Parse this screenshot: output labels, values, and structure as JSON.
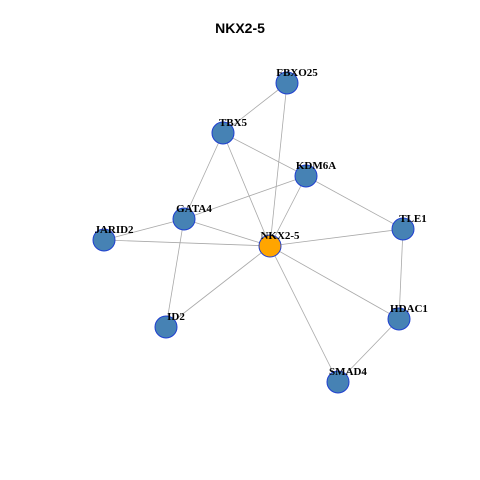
{
  "title": "NKX2-5",
  "colors": {
    "center_node": "#FFA500",
    "node_fill": "#4682B4",
    "node_stroke": "#1F3FD0",
    "edge": "#A9A9A9"
  },
  "nodes": [
    {
      "id": "FBXO25",
      "label": "FBXO25",
      "type": "neighbor"
    },
    {
      "id": "TBX5",
      "label": "TBX5",
      "type": "neighbor"
    },
    {
      "id": "KDM6A",
      "label": "KDM6A",
      "type": "neighbor"
    },
    {
      "id": "GATA4",
      "label": "GATA4",
      "type": "neighbor"
    },
    {
      "id": "JARID2",
      "label": "JARID2",
      "type": "neighbor"
    },
    {
      "id": "NKX2-5",
      "label": "NKX2-5",
      "type": "center"
    },
    {
      "id": "TLE1",
      "label": "TLE1",
      "type": "neighbor"
    },
    {
      "id": "ID2",
      "label": "ID2",
      "type": "neighbor"
    },
    {
      "id": "HDAC1",
      "label": "HDAC1",
      "type": "neighbor"
    },
    {
      "id": "SMAD4",
      "label": "SMAD4",
      "type": "neighbor"
    }
  ],
  "edges": [
    [
      "FBXO25",
      "TBX5"
    ],
    [
      "FBXO25",
      "NKX2-5"
    ],
    [
      "TBX5",
      "KDM6A"
    ],
    [
      "TBX5",
      "GATA4"
    ],
    [
      "TBX5",
      "NKX2-5"
    ],
    [
      "KDM6A",
      "GATA4"
    ],
    [
      "KDM6A",
      "NKX2-5"
    ],
    [
      "KDM6A",
      "TLE1"
    ],
    [
      "GATA4",
      "JARID2"
    ],
    [
      "GATA4",
      "NKX2-5"
    ],
    [
      "GATA4",
      "ID2"
    ],
    [
      "JARID2",
      "NKX2-5"
    ],
    [
      "NKX2-5",
      "TLE1"
    ],
    [
      "NKX2-5",
      "ID2"
    ],
    [
      "NKX2-5",
      "HDAC1"
    ],
    [
      "NKX2-5",
      "SMAD4"
    ],
    [
      "TLE1",
      "HDAC1"
    ],
    [
      "HDAC1",
      "SMAD4"
    ]
  ]
}
